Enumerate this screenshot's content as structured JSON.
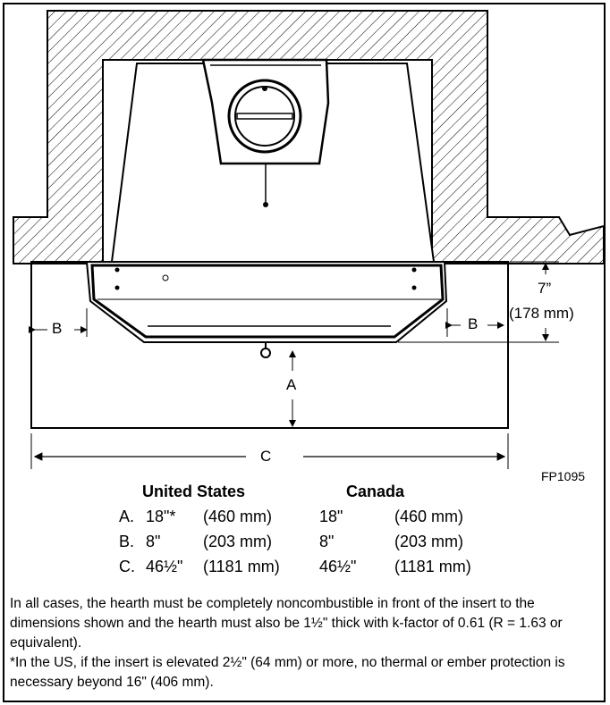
{
  "labels": {
    "b_left": "B",
    "b_right": "B",
    "a": "A",
    "c": "C",
    "dim_7": "7”",
    "dim_178": "(178 mm)"
  },
  "figure_id": "FP1095",
  "headers": {
    "us": "United States",
    "canada": "Canada"
  },
  "rows": [
    {
      "letter": "A.",
      "us_in": "18\"*",
      "us_mm": "(460 mm)",
      "ca_in": "18\"",
      "ca_mm": "(460 mm)"
    },
    {
      "letter": "B.",
      "us_in": "8\"",
      "us_mm": "(203 mm)",
      "ca_in": "8\"",
      "ca_mm": "(203 mm)"
    },
    {
      "letter": "C.",
      "us_in": "46½\"",
      "us_mm": "(1181 mm)",
      "ca_in": "46½\"",
      "ca_mm": "(1181 mm)"
    }
  ],
  "notes": {
    "note_1": "In all cases, the hearth must be completely noncombustible in front of the insert to the dimensions shown and the hearth must also be 1½\" thick with k-factor of 0.61 (R = 1.63 or equivalent).",
    "note_2": "*In the US, if the insert is elevated 2½\" (64 mm) or more, no thermal or ember protection is necessary beyond 16\" (406 mm)."
  }
}
